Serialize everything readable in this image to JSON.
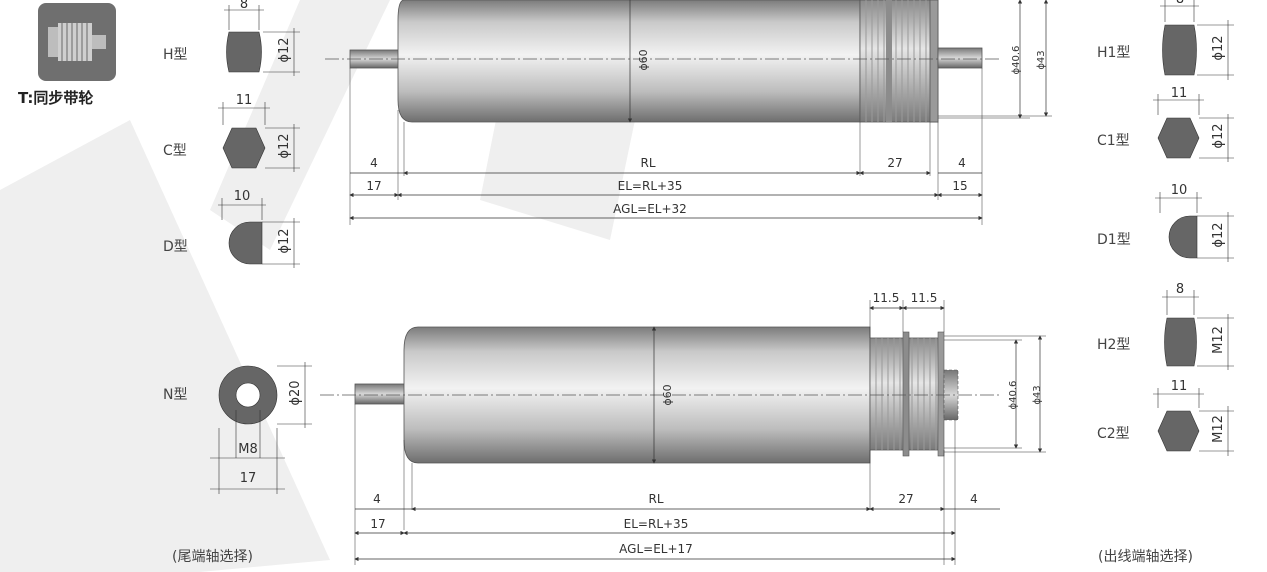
{
  "category": {
    "title": "T:同步带轮",
    "icon": "timing-pulley-icon"
  },
  "tail_shafts": {
    "types": [
      {
        "label": "H型",
        "width": "8",
        "dia": "ϕ12"
      },
      {
        "label": "C型",
        "width": "11",
        "dia": "ϕ12"
      },
      {
        "label": "D型",
        "width": "10",
        "dia": "ϕ12"
      },
      {
        "label": "N型",
        "dia": "ϕ20",
        "thread": "M8",
        "width": "17"
      }
    ],
    "caption": "(尾端轴选择)"
  },
  "exit_shafts": {
    "types": [
      {
        "label": "H1型",
        "width": "8",
        "dia": "ϕ12"
      },
      {
        "label": "C1型",
        "width": "11",
        "dia": "ϕ12"
      },
      {
        "label": "D1型",
        "width": "10",
        "dia": "ϕ12"
      },
      {
        "label": "H2型",
        "width": "8",
        "dia": "M12"
      },
      {
        "label": "C2型",
        "width": "11",
        "dia": "M12"
      }
    ],
    "caption": "(出线端轴选择)"
  },
  "roller_top": {
    "body_dia": "ϕ60",
    "pulley_dia_inner": "ϕ40.6",
    "pulley_dia_outer": "ϕ43",
    "left_offset": "4",
    "rl": "RL",
    "pulley_len": "27",
    "right_offset": "4",
    "left_shaft": "17",
    "el": "EL=RL+35",
    "right_shaft": "15",
    "agl": "AGL=EL+32"
  },
  "roller_bottom": {
    "body_dia": "ϕ60",
    "pulley_dia_inner": "ϕ40.6",
    "pulley_dia_outer": "ϕ43",
    "pulley_w1": "11.5",
    "pulley_w2": "11.5",
    "left_offset": "4",
    "rl": "RL",
    "pulley_len": "27",
    "right_offset": "4",
    "left_shaft": "17",
    "el": "EL=RL+35",
    "agl": "AGL=EL+17"
  }
}
